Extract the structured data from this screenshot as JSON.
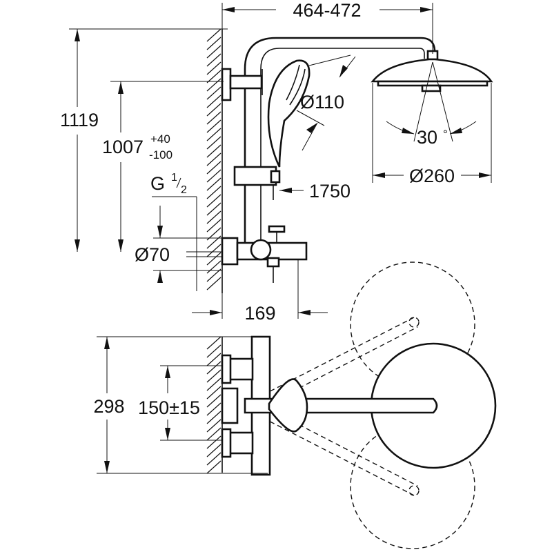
{
  "dimensions": {
    "width_range": "464-472",
    "total_height": "1119",
    "rail_height": "1007",
    "rail_tol_plus": "+40",
    "rail_tol_minus": "-100",
    "connection_thread": "G",
    "thread_num": "1",
    "thread_den": "2",
    "inlet_diameter": "Ø70",
    "projection": "169",
    "hand_shower_diameter": "Ø110",
    "hose_length": "1750",
    "head_shower_diameter": "Ø260",
    "swivel_angle": "30",
    "degree_symbol": "°",
    "centre_height": "298",
    "inlet_spacing": "150±15"
  },
  "colors": {
    "line": "#111111",
    "background": "#ffffff"
  }
}
